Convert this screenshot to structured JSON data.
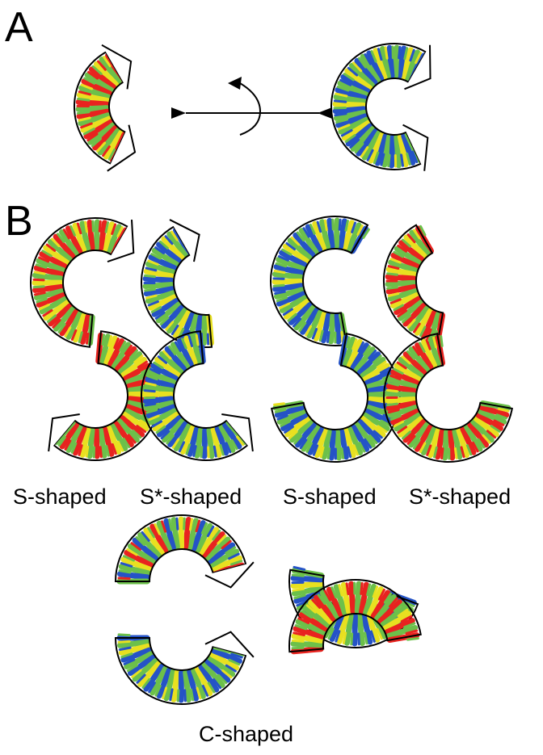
{
  "panels": {
    "a": {
      "label": "A"
    },
    "b": {
      "label": "B"
    }
  },
  "captions": {
    "s_shaped_1": "S-shaped",
    "s_star_shaped_1": "S*-shaped",
    "s_shaped_2": "S-shaped",
    "s_star_shaped_2": "S*-shaped",
    "c_shaped": "C-shaped"
  },
  "colors": {
    "outline": "#000000",
    "red": "#e8231f",
    "green": "#6cc04a",
    "yellow": "#e8e020",
    "blue": "#2553c6"
  },
  "icons": [
    "mirror-arrow-icon",
    "rotation-arrow-icon"
  ]
}
